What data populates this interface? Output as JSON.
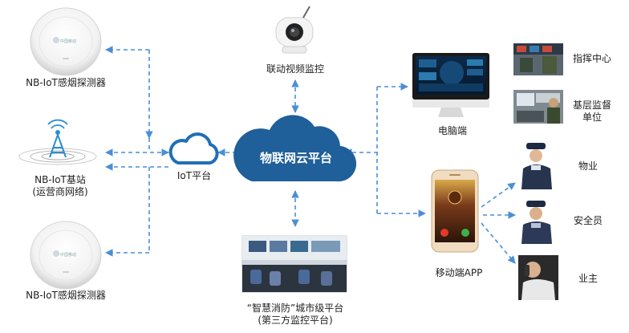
{
  "nodes": {
    "smoke_detector_top": "NB-IoT感烟探测器",
    "base_station": "NB-IoT基站\n(运营商网络)",
    "smoke_detector_bottom": "NB-IoT感烟探测器",
    "iot_platform": "IoT平台",
    "cloud_platform": "物联网云平台",
    "video_monitor": "联动视频监控",
    "city_platform": "“智慧消防”城市级平台\n(第三方监控平台)",
    "pc_client": "电脑端",
    "mobile_app": "移动端APP",
    "command_center": "指挥中心",
    "grassroots_unit": "基层监督\n单位",
    "property": "物业",
    "security_guard": "安全员",
    "owner": "业主"
  },
  "detector_brand": "中国移动",
  "colors": {
    "cloud_blue": "#1f5f9a",
    "arrow_blue": "#4a8fd6",
    "antenna_blue": "#2a8fd0"
  }
}
